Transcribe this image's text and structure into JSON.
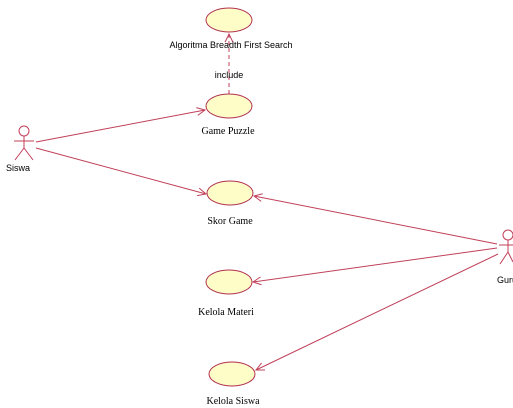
{
  "colors": {
    "line": "#c0405a",
    "ellipse_fill": "#fefdc8",
    "ellipse_stroke": "#b03050",
    "actor": "#c0405a",
    "text": "#000000"
  },
  "actors": [
    {
      "id": "siswa",
      "name": "Siswa"
    },
    {
      "id": "guru",
      "name": "Guru"
    }
  ],
  "use_cases": [
    {
      "id": "bfs",
      "name": "Algoritma Breadth First Search"
    },
    {
      "id": "puzzle",
      "name": "Game Puzzle"
    },
    {
      "id": "skor",
      "name": "Skor Game"
    },
    {
      "id": "materi",
      "name": "Kelola Materi"
    },
    {
      "id": "kelola_siswa",
      "name": "Kelola Siswa"
    }
  ],
  "relationships": [
    {
      "from": "puzzle",
      "to": "bfs",
      "type": "include",
      "label": "include"
    },
    {
      "from": "siswa",
      "to": "puzzle",
      "type": "association"
    },
    {
      "from": "siswa",
      "to": "skor",
      "type": "association"
    },
    {
      "from": "guru",
      "to": "skor",
      "type": "association"
    },
    {
      "from": "guru",
      "to": "materi",
      "type": "association"
    },
    {
      "from": "guru",
      "to": "kelola_siswa",
      "type": "association"
    }
  ]
}
